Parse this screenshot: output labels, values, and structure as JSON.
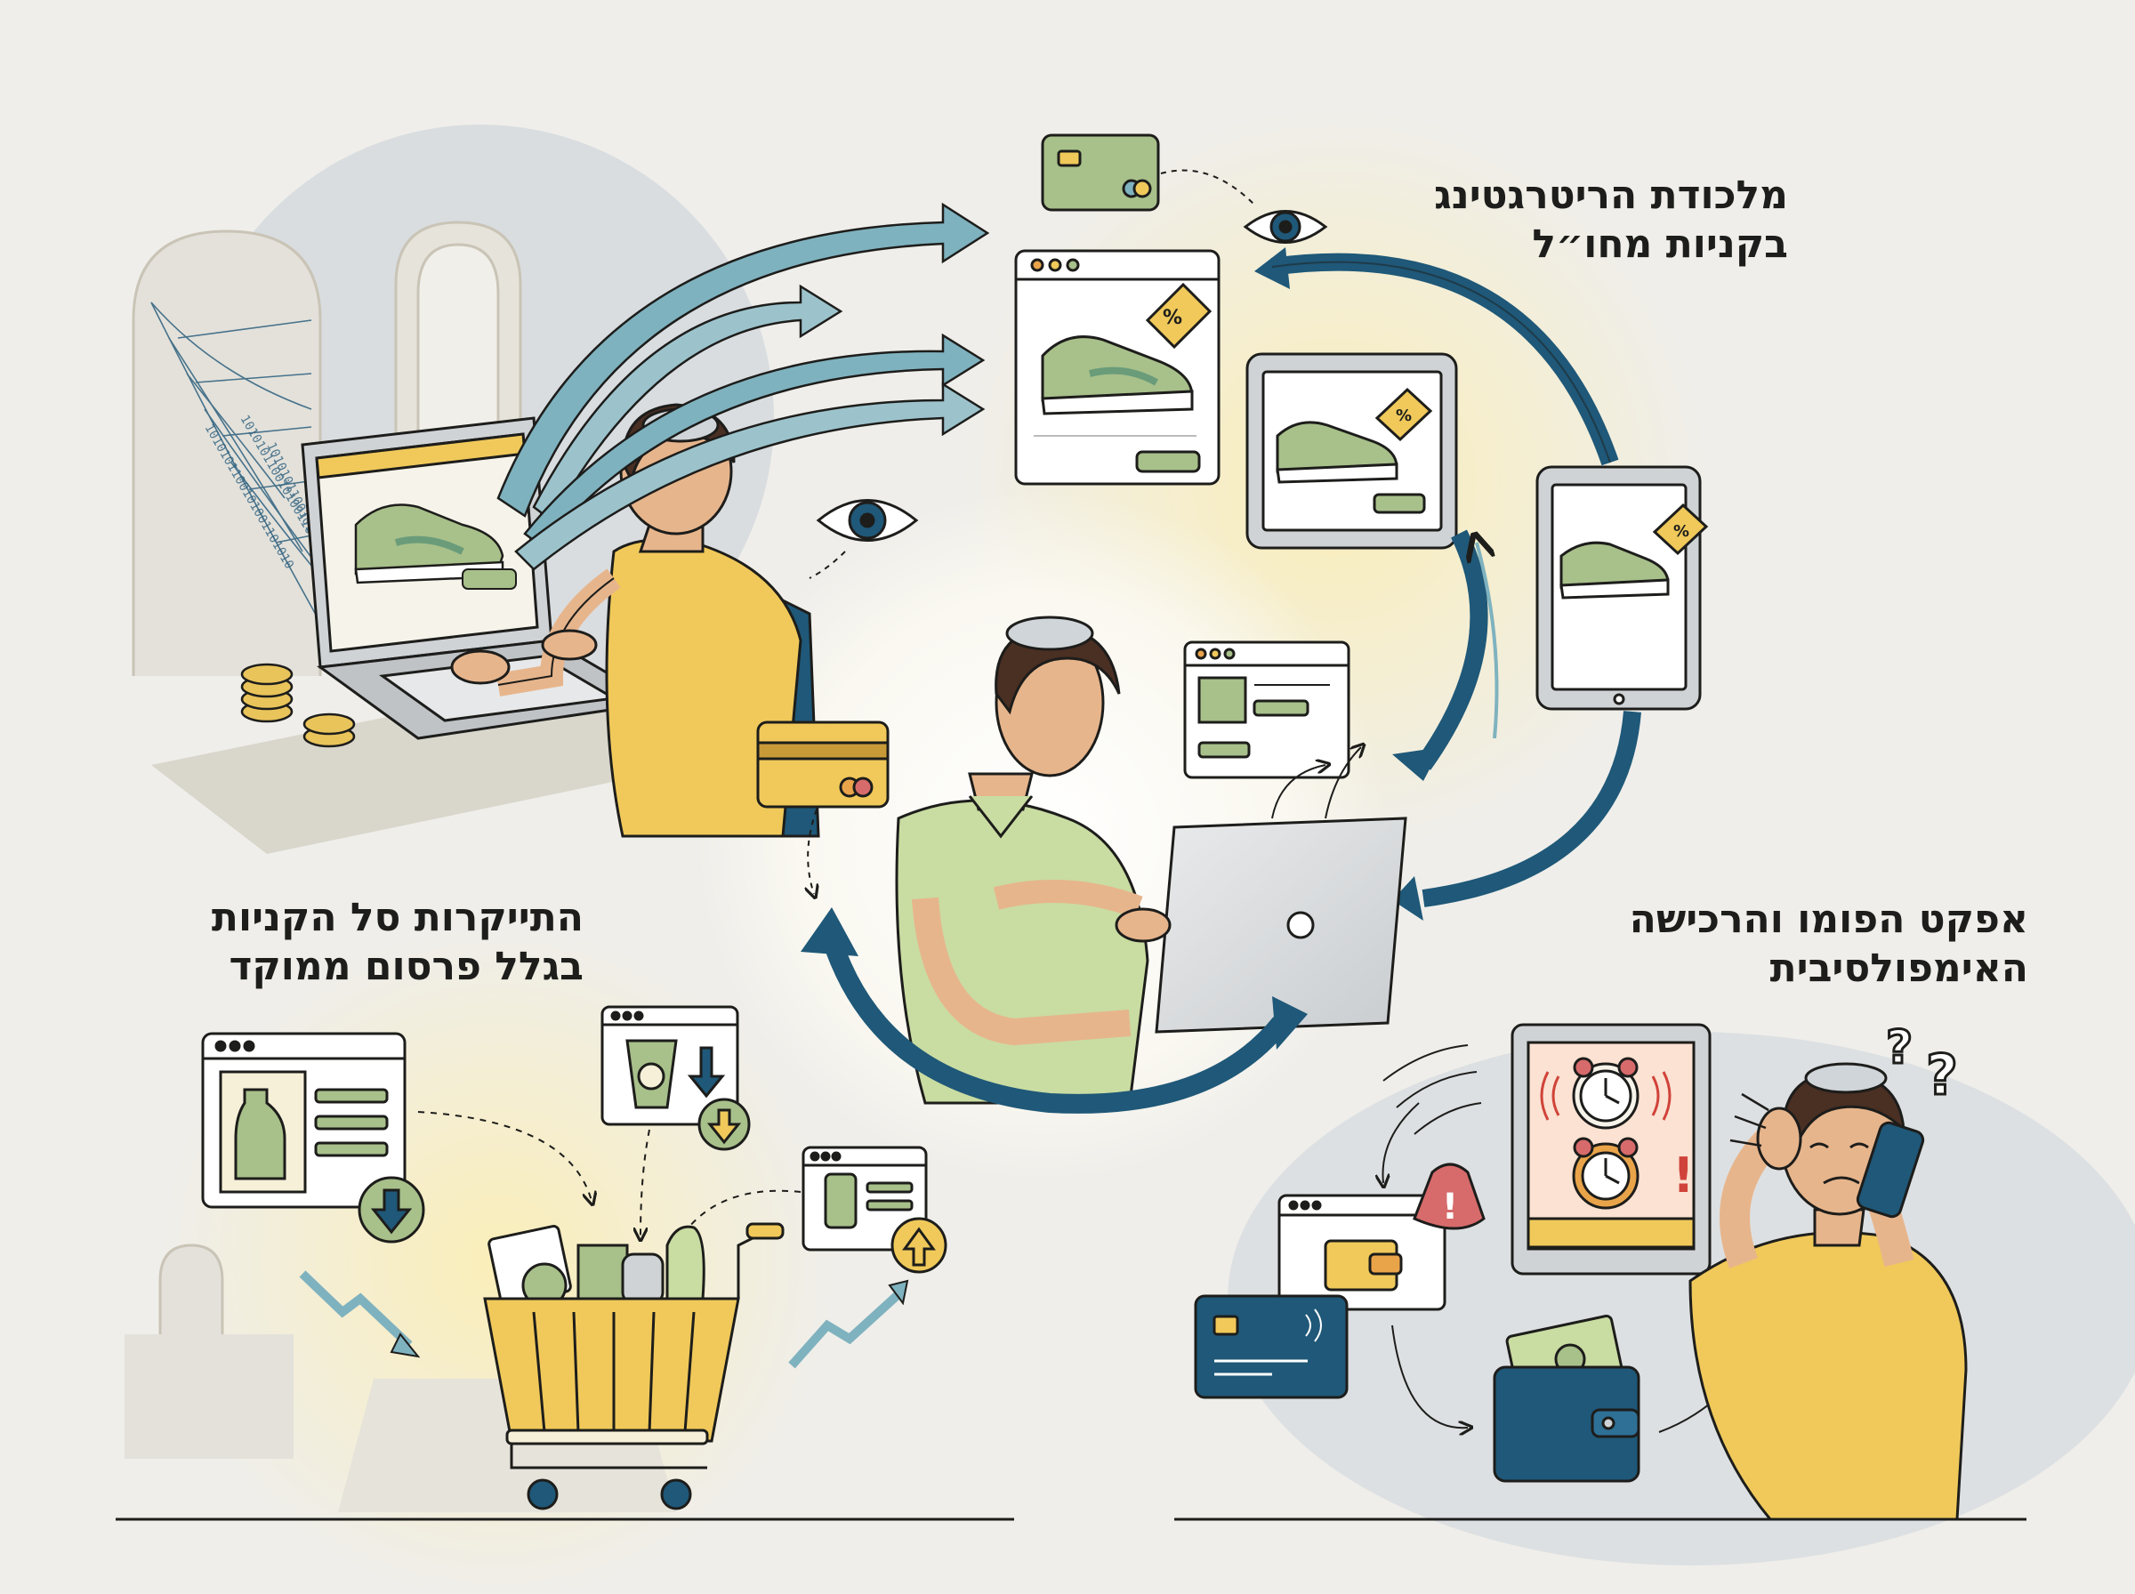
{
  "headings": {
    "retargeting": {
      "line1": "מלכודת הריטרגטינג",
      "line2": "בקניות מחו״ל"
    },
    "basket": {
      "line1": "התייקרות סל הקניות",
      "line2": "בגלל פרסום ממוקד"
    },
    "fomo": {
      "line1": "אפקט הפומו והרכישה",
      "line2": "האימפולסיבית"
    }
  },
  "decor": {
    "binary_text": "1010101100101001101010",
    "percent_symbol": "%",
    "question_mark": "?",
    "exclamation": "!"
  },
  "colors": {
    "background": "#efeeea",
    "navy": "#1f5878",
    "teal": "#7fb2bf",
    "sage_green": "#a8c08a",
    "mustard": "#f0c95a",
    "skin": "#e7b58c",
    "hair": "#4a2f23",
    "outline": "#1d1d1b"
  },
  "icons": [
    "eye-icon",
    "percent-tag-icon",
    "credit-card-icon",
    "sneaker-icon",
    "shopping-cart-icon",
    "arrow-down-icon",
    "arrow-up-icon",
    "alarm-clock-icon",
    "wallet-icon",
    "warning-icon",
    "smartphone-icon",
    "coin-stack-icon"
  ]
}
